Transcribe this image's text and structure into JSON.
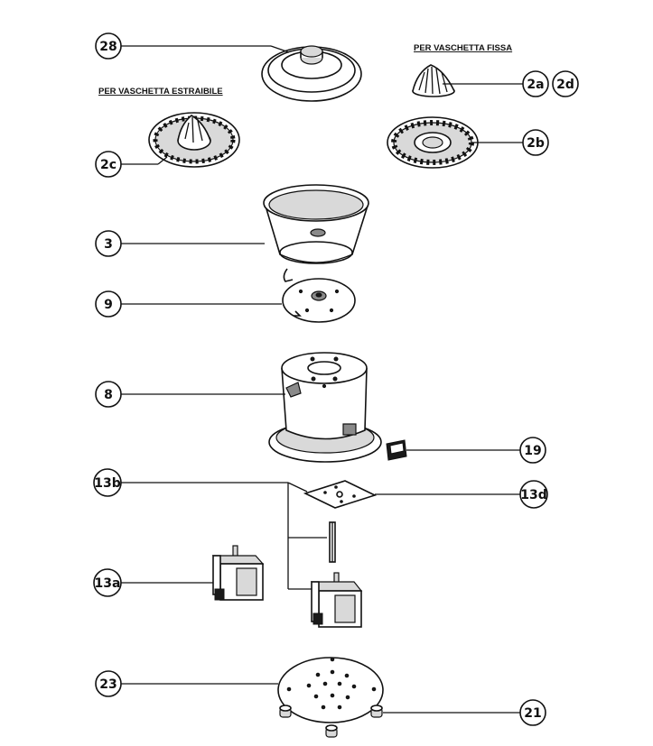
{
  "headings": {
    "removable_tray": "PER VASCHETTA ESTRAIBILE",
    "fixed_tray": "PER VASCHETTA FISSA"
  },
  "labels": {
    "p28": "28",
    "p2a": "2a",
    "p2d": "2d",
    "p2c": "2c",
    "p2b": "2b",
    "p3": "3",
    "p9": "9",
    "p8": "8",
    "p19": "19",
    "p13b": "13b",
    "p13d": "13d",
    "p13a": "13a",
    "p23": "23",
    "p21": "21"
  }
}
